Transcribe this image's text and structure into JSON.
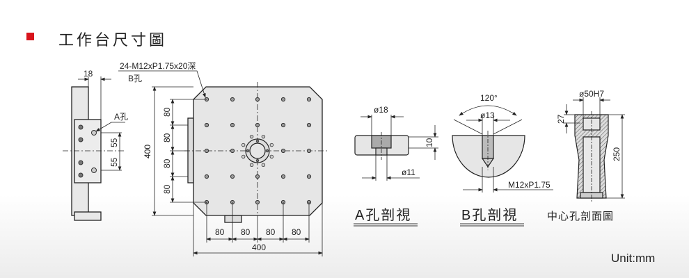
{
  "title": "工作台尺寸圖",
  "colors": {
    "accent": "#d8141c",
    "plate": "#e6e6e6",
    "line": "#222222"
  },
  "side_view": {
    "width_dim": "18",
    "hole_label": "A孔",
    "dim_upper": "55",
    "dim_lower": "55"
  },
  "top_view": {
    "thread_spec": "24-M12xP1.75x20深",
    "hole_label": "B孔",
    "vertical_dims": [
      "80",
      "80",
      "80",
      "80"
    ],
    "vertical_total": "400",
    "horizontal_dims": [
      "80",
      "80",
      "80",
      "80"
    ],
    "horizontal_total": "400"
  },
  "section_a": {
    "caption": "A孔剖視",
    "counterbore_dia": "ø18",
    "hole_dia": "ø11",
    "depth": "10"
  },
  "section_b": {
    "caption": "B孔剖視",
    "angle": "120°",
    "drill_dia": "ø13",
    "thread": "M12xP1.75"
  },
  "section_center": {
    "caption": "中心孔剖面圖",
    "bore": "ø50H7",
    "depth": "27",
    "height": "250"
  },
  "unit": "Unit:mm"
}
